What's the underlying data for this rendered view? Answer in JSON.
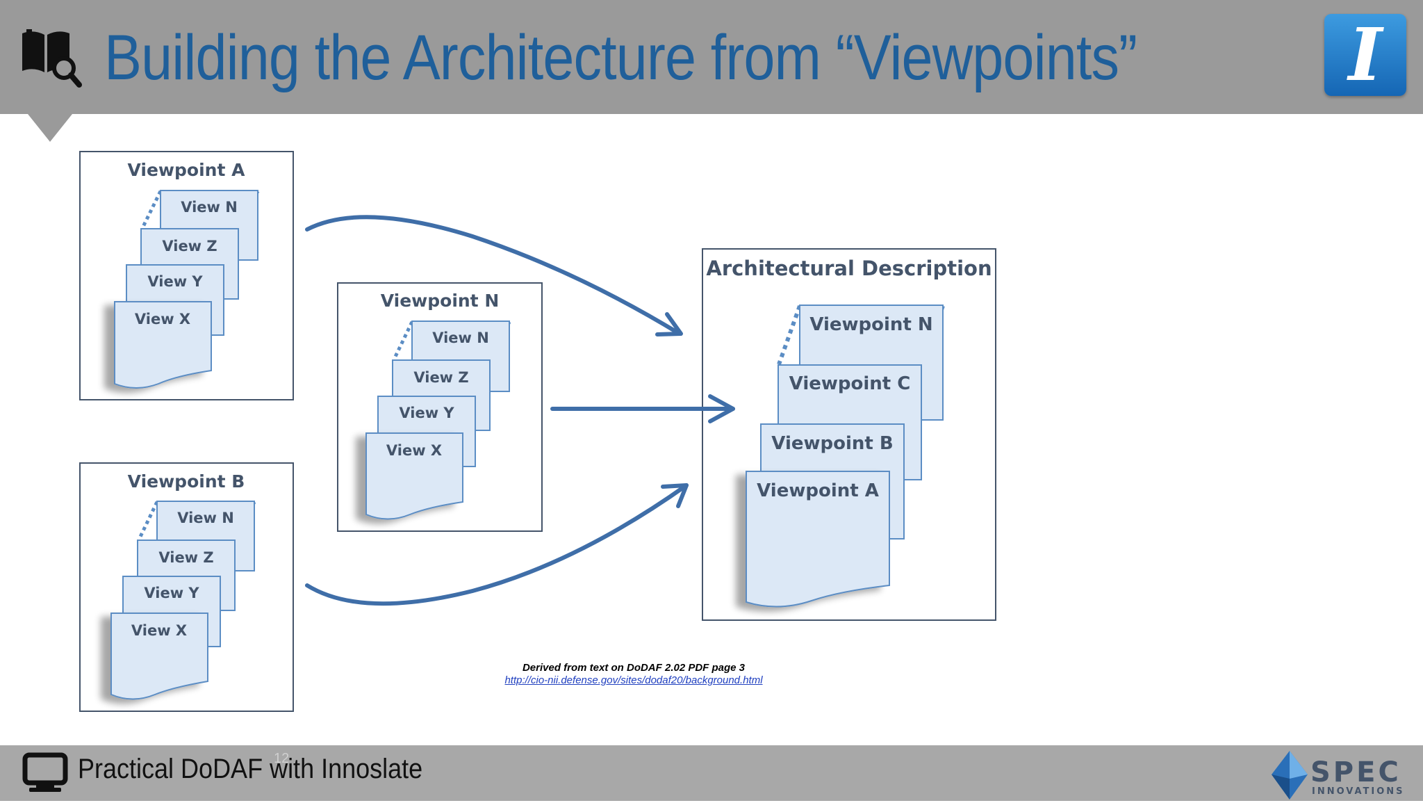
{
  "slide": {
    "title": "Building the Architecture from “Viewpoints”",
    "footer_text": "Practical DoDAF with Innoslate",
    "page_number": "12",
    "logo_letter": "I",
    "spec_logo": {
      "name": "SPEC",
      "sub": "INNOVATIONS"
    }
  },
  "diagram": {
    "viewpoint_a": {
      "title": "Viewpoint A",
      "views": [
        "View N",
        "View Z",
        "View Y",
        "View X"
      ]
    },
    "viewpoint_b": {
      "title": "Viewpoint B",
      "views": [
        "View N",
        "View Z",
        "View Y",
        "View X"
      ]
    },
    "viewpoint_n": {
      "title": "Viewpoint N",
      "views": [
        "View N",
        "View Z",
        "View Y",
        "View X"
      ]
    },
    "architectural_description": {
      "title": "Architectural Description",
      "pages": [
        "Viewpoint N",
        "Viewpoint C",
        "Viewpoint B",
        "Viewpoint A"
      ]
    }
  },
  "source_note": {
    "text": "Derived from text on DoDAF 2.02 PDF page 3",
    "link": "http://cio-nii.defense.gov/sites/dodaf20/background.html"
  },
  "colors": {
    "header": "#9a9a9a",
    "title": "#1f5f9a",
    "page_fill": "#dce8f6",
    "page_stroke": "#5b8dc4",
    "arrow": "#3f6ea8"
  },
  "icons": [
    "book-search-icon",
    "monitor-icon",
    "innoslate-logo",
    "spec-innovations-logo"
  ]
}
